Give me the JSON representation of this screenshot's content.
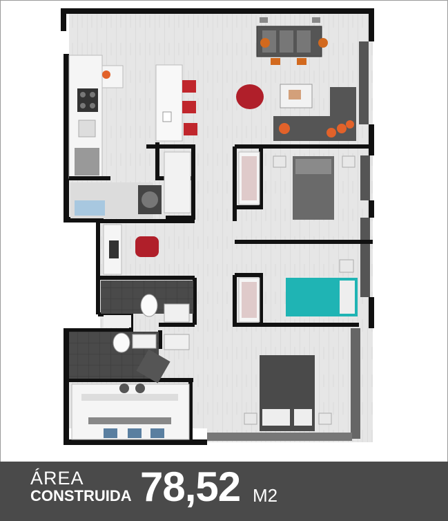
{
  "area_label": "ÁREA",
  "construida_label": "CONSTRUIDA",
  "area_value": "78,52",
  "area_unit": "M2",
  "colors": {
    "footer_bg": "#4a4a4a",
    "wall": "#111111",
    "floor": "#e9e9e9",
    "accent_red": "#c0262c",
    "accent_orange": "#e2622a",
    "accent_teal": "#1fb4b4",
    "bed_gray": "#5a5a5a"
  }
}
